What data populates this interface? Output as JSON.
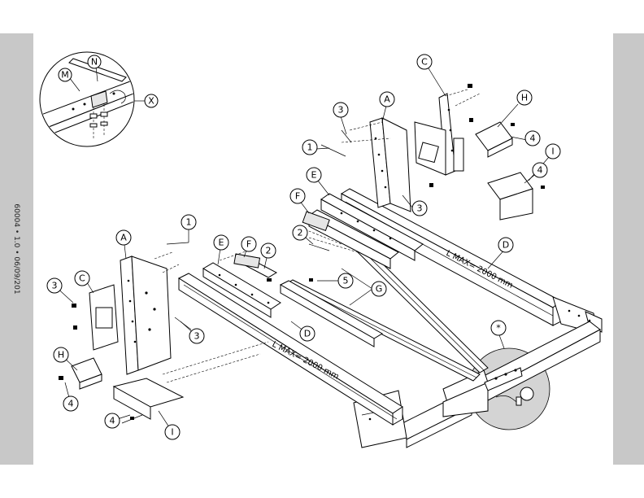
{
  "document": {
    "code": "60004 • 1.0 • 06/09/201"
  },
  "detail_view": {
    "callouts": [
      "M",
      "N",
      "X"
    ]
  },
  "callouts": {
    "A": "A",
    "C": "C",
    "D": "D",
    "E": "E",
    "F": "F",
    "G": "G",
    "H": "H",
    "I": "I",
    "n1": "1",
    "n2": "2",
    "n3": "3",
    "n4": "4",
    "n5": "5",
    "star": "*"
  },
  "beams": {
    "length_label": "L MAX= 2000 mm"
  }
}
